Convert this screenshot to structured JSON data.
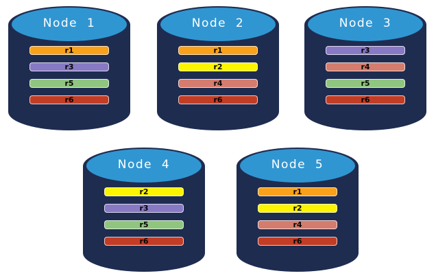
{
  "diagram": {
    "background_color": "#FFFFFF",
    "cylinder_body_color": "#1E2C50",
    "cylinder_top_color": "#3096D2",
    "replica_colors": {
      "r1": "#F9A11B",
      "r2": "#FDF401",
      "r3": "#8879C4",
      "r4": "#D47C6D",
      "r5": "#90C57F",
      "r6": "#C23D26"
    },
    "nodes": [
      {
        "label": "Node  1",
        "replicas": [
          "r1",
          "r3",
          "r5",
          "r6"
        ]
      },
      {
        "label": "Node  2",
        "replicas": [
          "r1",
          "r2",
          "r4",
          "r6"
        ]
      },
      {
        "label": "Node  3",
        "replicas": [
          "r3",
          "r4",
          "r5",
          "r6"
        ]
      },
      {
        "label": "Node  4",
        "replicas": [
          "r2",
          "r3",
          "r5",
          "r6"
        ]
      },
      {
        "label": "Node  5",
        "replicas": [
          "r1",
          "r2",
          "r4",
          "r6"
        ]
      }
    ]
  }
}
